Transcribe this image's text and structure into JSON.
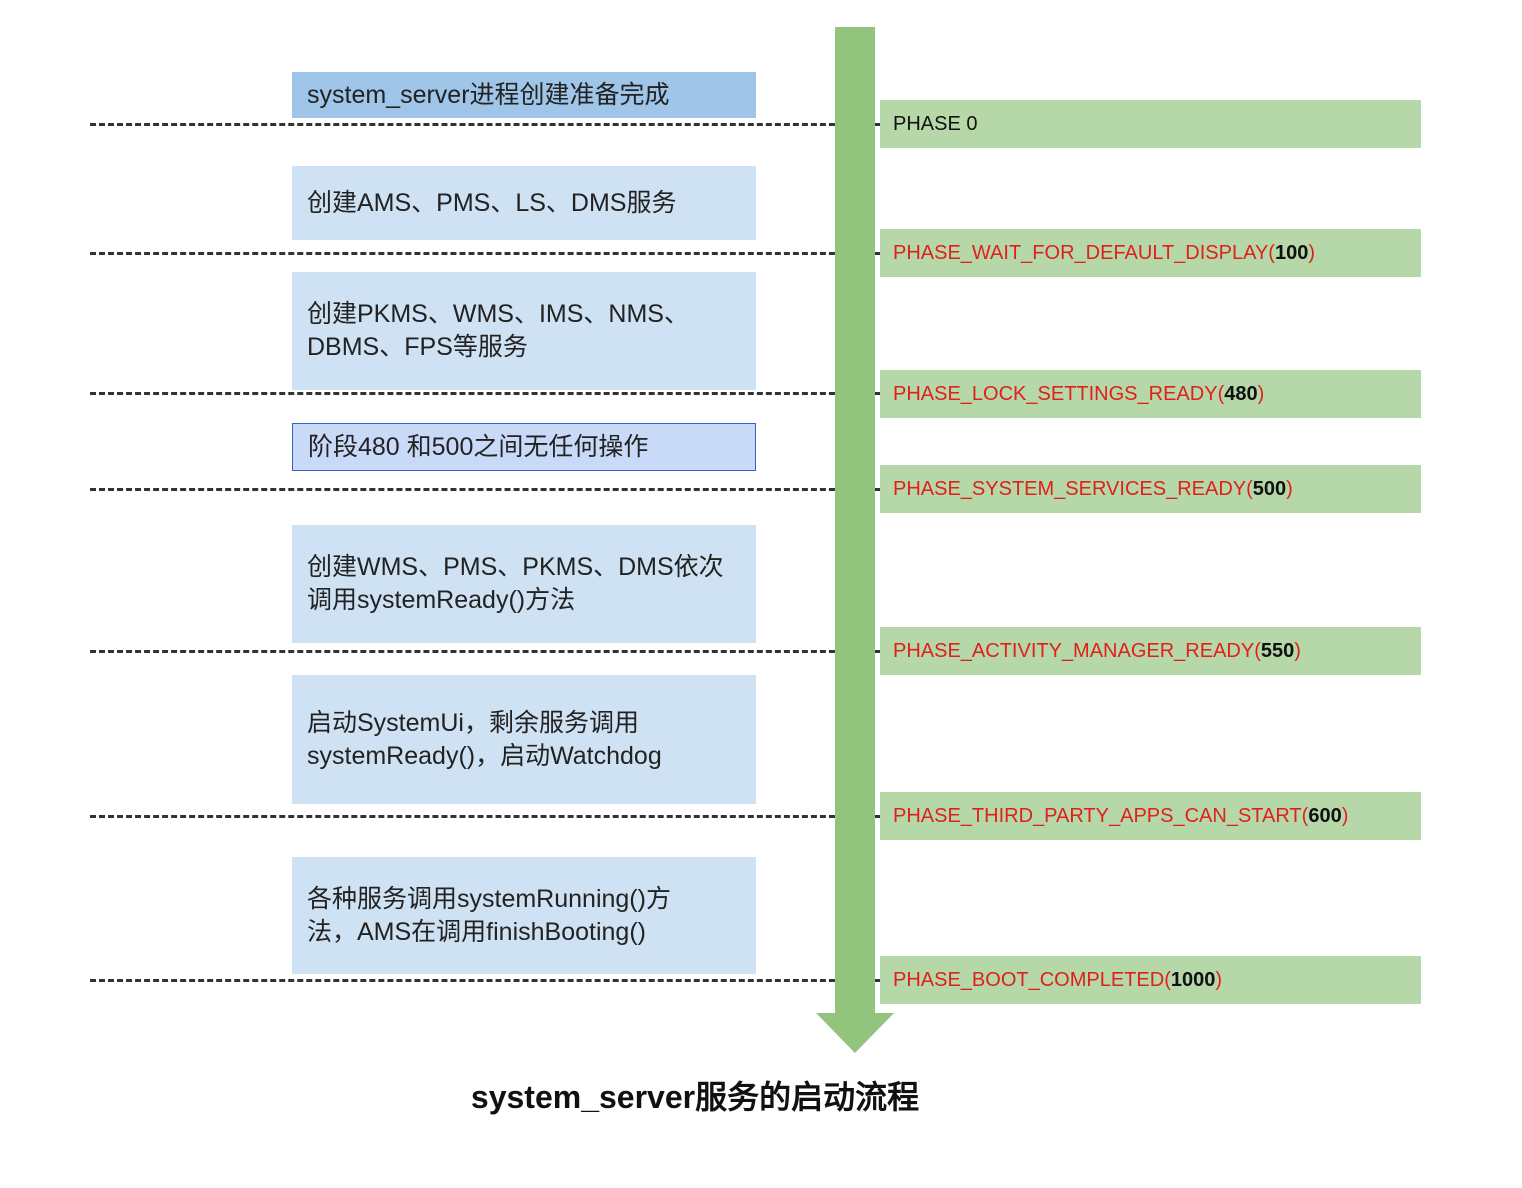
{
  "colors": {
    "arrow": "#93c47d",
    "phase_box": "#b6d7a8",
    "step_box": "#cfe2f3",
    "step_box_first": "#9fc5e8",
    "phase_text": "#e0201b"
  },
  "steps": [
    {
      "text": "system_server进程创建准备完成"
    },
    {
      "text": "创建AMS、PMS、LS、DMS服务"
    },
    {
      "line1": "创建PKMS、WMS、IMS、NMS、",
      "line2": "DBMS、FPS等服务"
    },
    {
      "text": "阶段480 和500之间无任何操作"
    },
    {
      "line1": "创建WMS、PMS、PKMS、DMS依次",
      "line2": "调用systemReady()方法"
    },
    {
      "line1": "启动SystemUi，剩余服务调用",
      "line2": "systemReady()，启动Watchdog"
    },
    {
      "line1": "各种服务调用systemRunning()方",
      "line2": "法，AMS在调用finishBooting()"
    }
  ],
  "phases": [
    {
      "name": "PHASE 0",
      "value": ""
    },
    {
      "name": "PHASE_WAIT_FOR_DEFAULT_DISPLAY",
      "value": "100"
    },
    {
      "name": "PHASE_LOCK_SETTINGS_READY",
      "value": "480"
    },
    {
      "name": "PHASE_SYSTEM_SERVICES_READY",
      "value": "500"
    },
    {
      "name": "PHASE_ACTIVITY_MANAGER_READY",
      "value": "550"
    },
    {
      "name": "PHASE_THIRD_PARTY_APPS_CAN_START",
      "value": "600"
    },
    {
      "name": "PHASE_BOOT_COMPLETED",
      "value": "1000"
    }
  ],
  "paren_open": "(",
  "paren_close": ")",
  "title": "system_server服务的启动流程"
}
